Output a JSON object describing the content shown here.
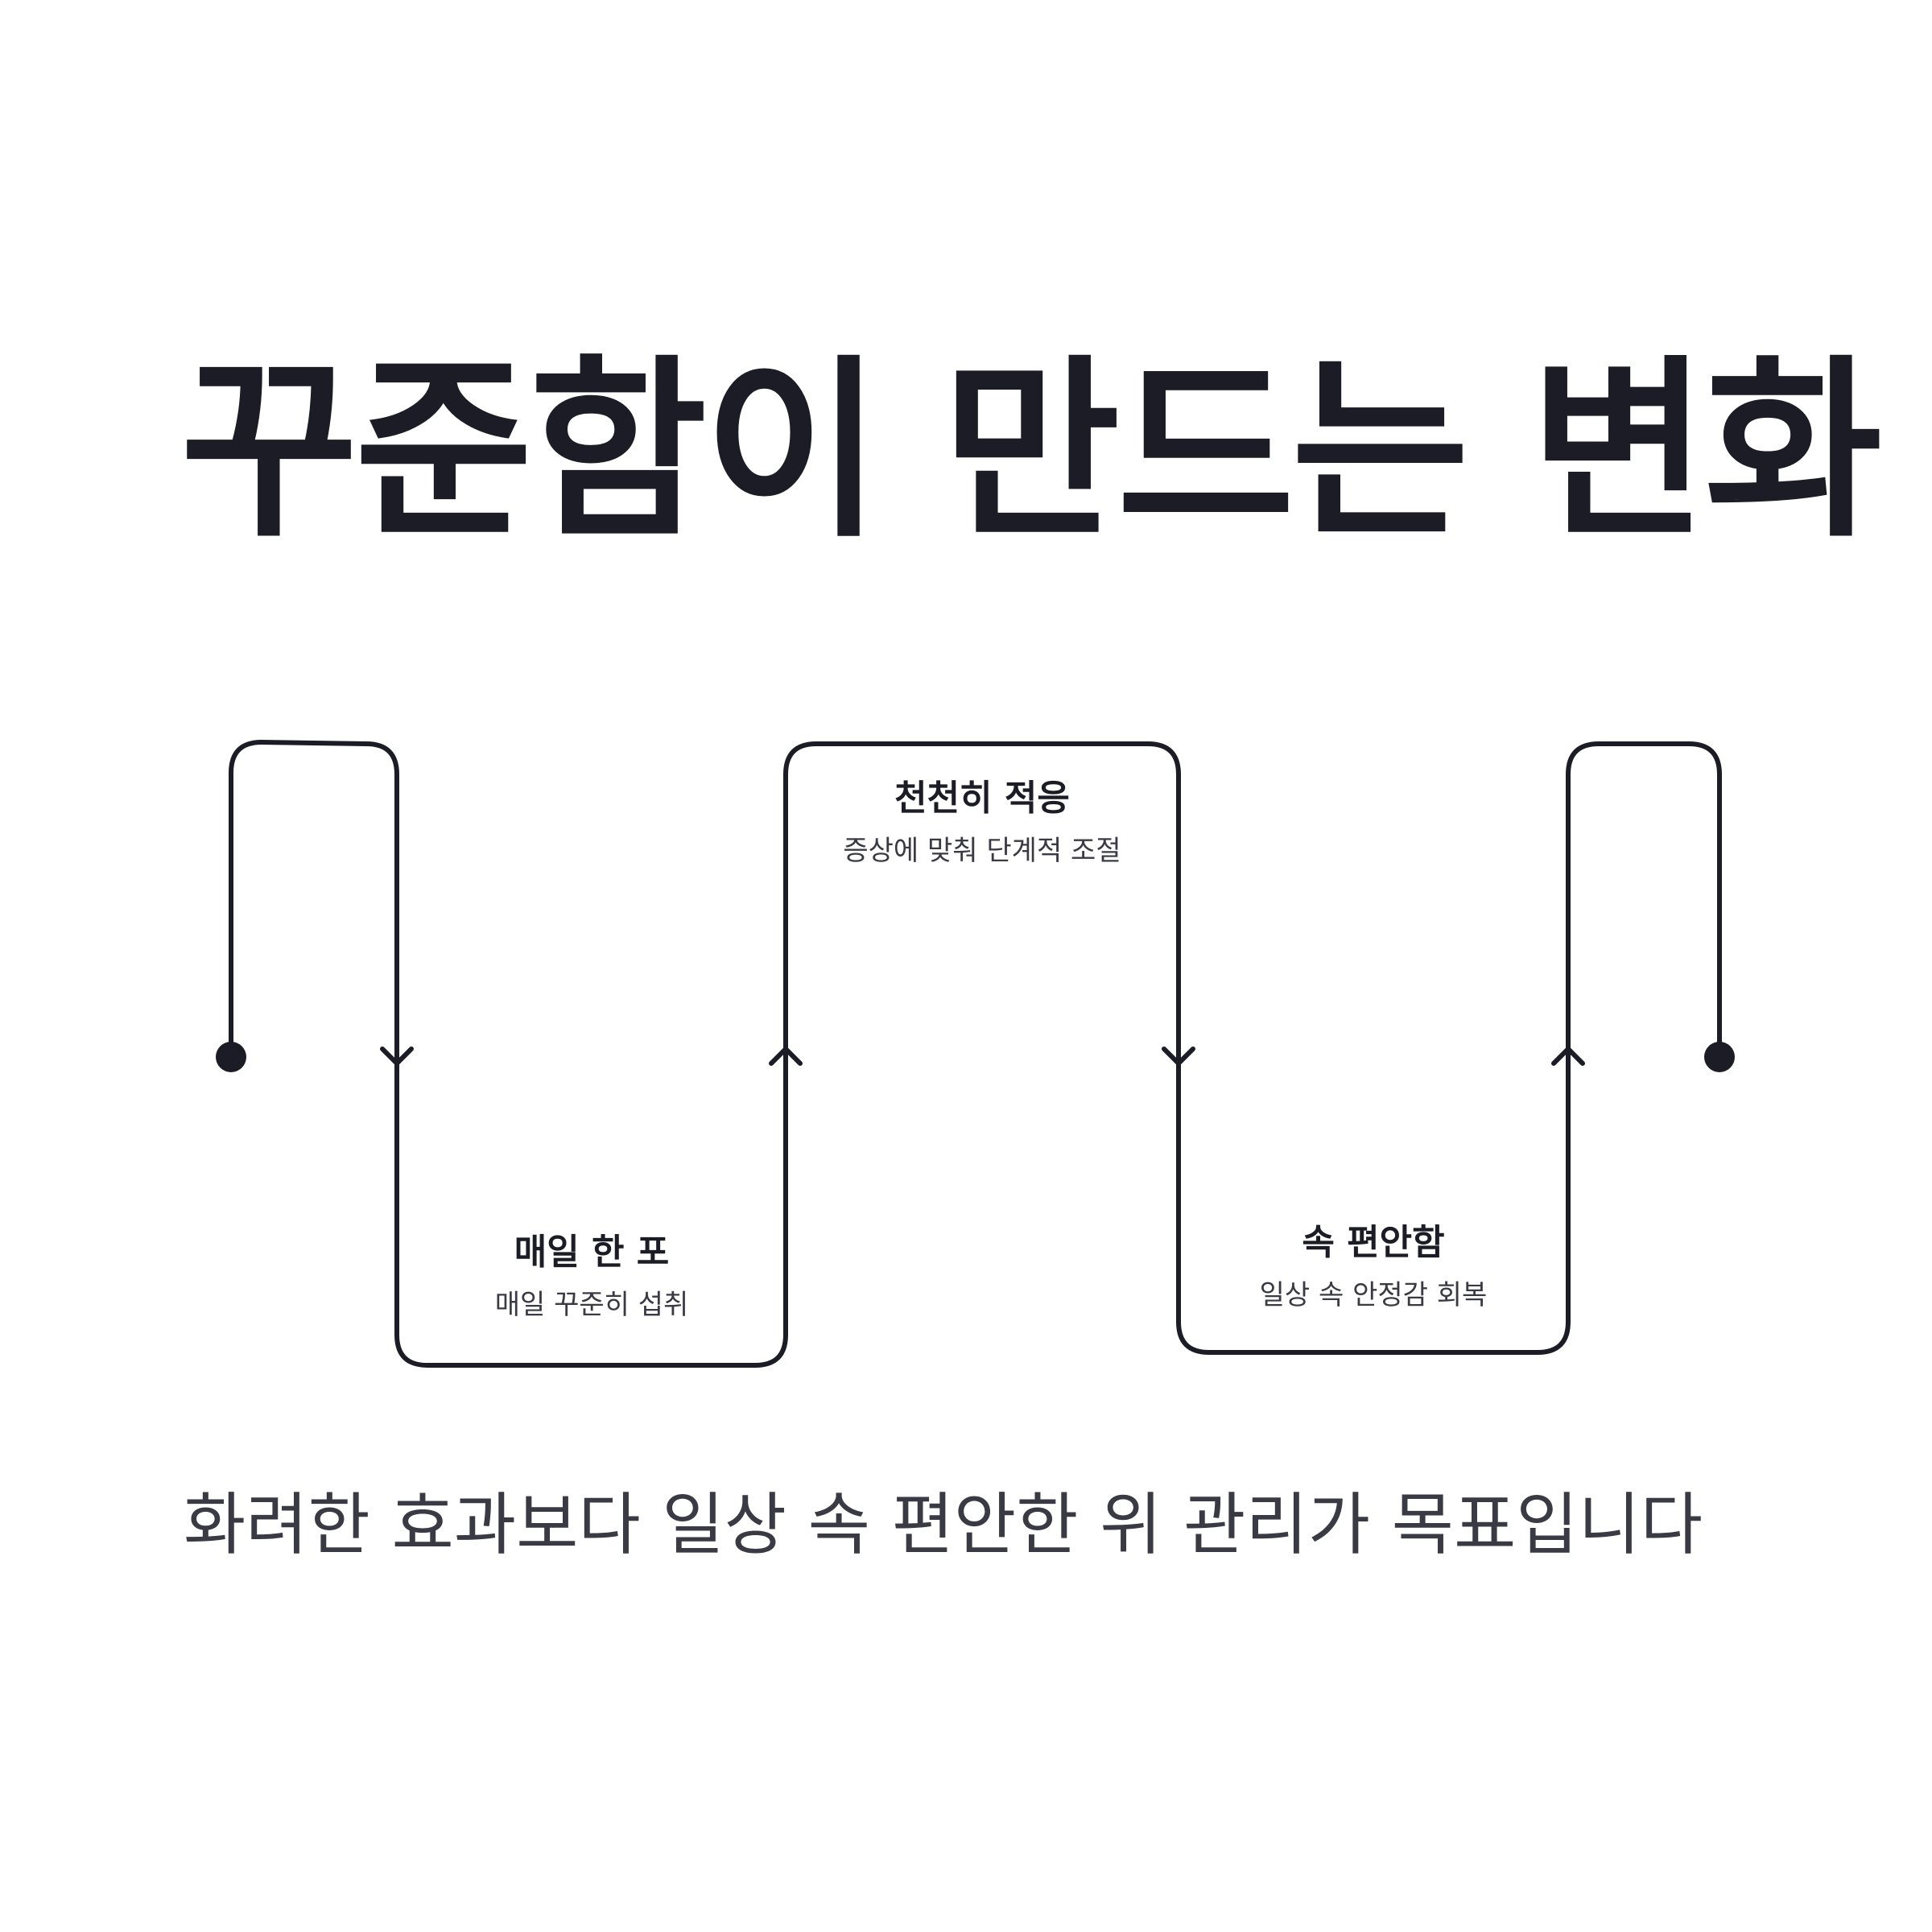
{
  "title": "꾸준함이 만드는 변화",
  "steps": [
    {
      "label": "매일 한 포",
      "description": "매일 꾸준히 섭취"
    },
    {
      "label": "천천히 적응",
      "description": "증상에 맞춰 단계적 조절"
    },
    {
      "label": "속 편안함",
      "description": "일상 속 안정감 회복"
    }
  ],
  "footer": "화려한 효과보다 일상 속 편안한 위 관리가 목표입니다",
  "colors": {
    "line": "#1c1c26",
    "text": "#1c1c26",
    "subtext": "#3a3a44",
    "background": "#ffffff"
  }
}
